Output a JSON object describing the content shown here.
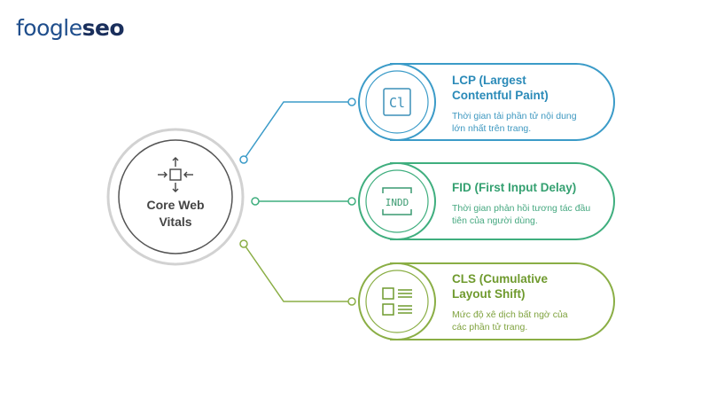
{
  "brand": {
    "part1": "foogle",
    "part2": "seo"
  },
  "center": {
    "label": "Core Web Vitals"
  },
  "items": [
    {
      "title": "LCP (Largest Contentful Paint)",
      "description": "Thời gian tải phần tử nội dung lớn nhất trên trang.",
      "icon_text": "Cl",
      "color": "#3b9bc8"
    },
    {
      "title": "FID (First Input Delay)",
      "description": "Thời gian phản hồi tương tác đầu tiên của người dùng.",
      "icon_text": "INDD",
      "color": "#3fae7e"
    },
    {
      "title": "CLS (Cumulative Layout Shift)",
      "description": "Mức độ xê dịch bất ngờ của các phần tử trang.",
      "icon_text": "",
      "color": "#8aae45"
    }
  ]
}
